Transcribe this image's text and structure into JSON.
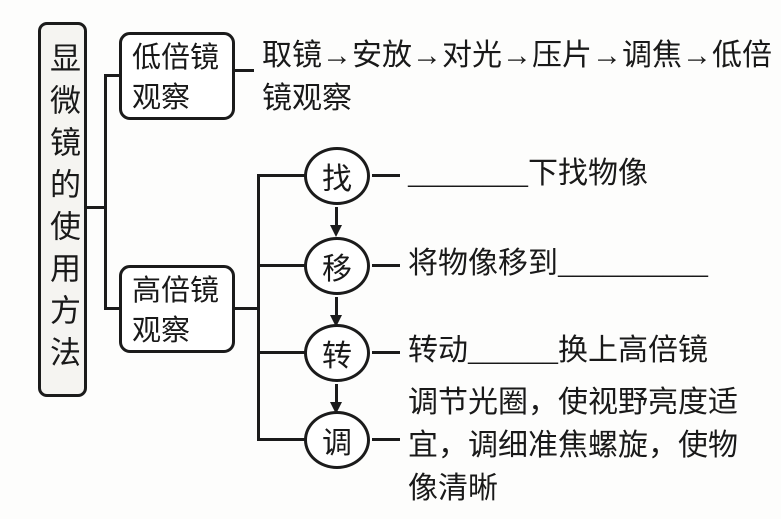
{
  "page": {
    "background_color": "#fdfdfc",
    "ink_color": "#1b1b1b",
    "root_fill_color": "#f5f4f1"
  },
  "diagram": {
    "root": {
      "label": "显微镜的使用方法"
    },
    "low_power": {
      "box_lines": [
        "低倍镜",
        "观察"
      ],
      "sequence_lines": [
        "取镜→安放→对光→压片→调焦→低倍",
        "镜观察"
      ]
    },
    "high_power": {
      "box_lines": [
        "高倍镜",
        "观察"
      ],
      "steps": [
        {
          "node": "找",
          "lines": [
            "________下找物像"
          ]
        },
        {
          "node": "移",
          "lines": [
            "将物像移到__________"
          ]
        },
        {
          "node": "转",
          "lines": [
            "转动______换上高倍镜"
          ]
        },
        {
          "node": "调",
          "lines": [
            "调节光圈，使视野亮度适",
            "宜，调细准焦螺旋，使物",
            "像清晰"
          ]
        }
      ]
    }
  }
}
